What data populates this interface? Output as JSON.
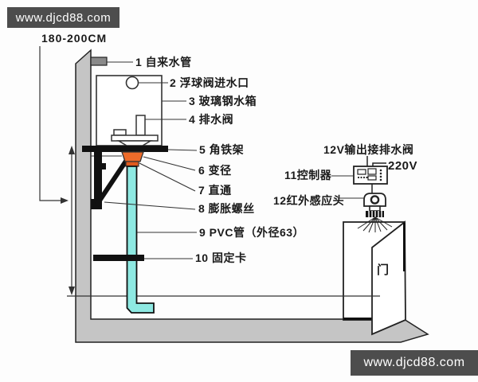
{
  "watermark": {
    "top": "www.djcd88.com",
    "bottom": "www.djcd88.com"
  },
  "dimension": {
    "height_range": "180-200CM"
  },
  "parts": {
    "p1": "1 自来水管",
    "p2": "2 浮球阀进水口",
    "p3": "3 玻璃钢水箱",
    "p4": "4 排水阀",
    "p5": "5 角铁架",
    "p6": "6 变径",
    "p7": "7 直通",
    "p8": "8 膨胀螺丝",
    "p9": "9 PVC管（外径63）",
    "p10": "10 固定卡",
    "p11": "11控制器",
    "p12": "12红外感应头"
  },
  "electrical": {
    "output_12v": "12V输出接排水阀",
    "power_220v": "220V"
  },
  "door": {
    "label": "门"
  },
  "colors": {
    "banner_bg": "#4d4d4d",
    "banner_text": "#ffffff",
    "wall_gray": "#c5c5c5",
    "pipe_cyan": "#8ee9e2",
    "reducer_orange": "#ed6b2a",
    "fitting_orange": "#df5a1e",
    "line_black": "#1a1a1a"
  }
}
